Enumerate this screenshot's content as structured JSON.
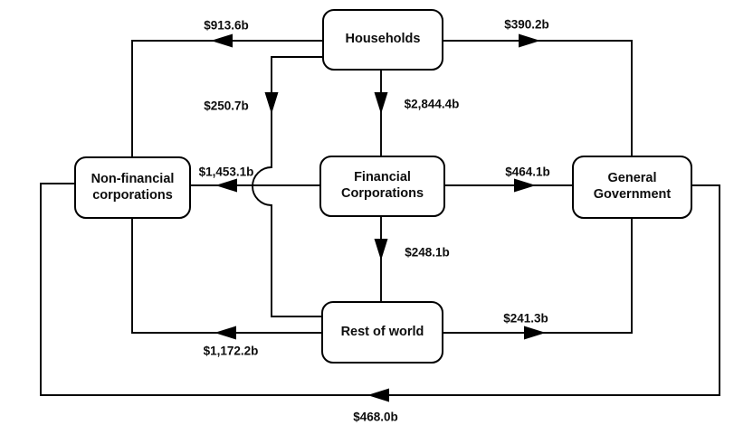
{
  "diagram_type": "sector-flow-diagram",
  "colors": {
    "background": "#ffffff",
    "line": "#000000",
    "text": "#0d0d0d",
    "node_fill": "#ffffff"
  },
  "nodes": {
    "households": {
      "label": "Households"
    },
    "nonfinancial": {
      "label": "Non-financial corporations"
    },
    "financial": {
      "label": "Financial Corporations"
    },
    "government": {
      "label": "General Government"
    },
    "restofworld": {
      "label": "Rest of world"
    }
  },
  "flows": [
    {
      "from": "Households",
      "to": "Non-financial corporations",
      "amount": "$913.6b"
    },
    {
      "from": "Households",
      "to": "General Government",
      "amount": "$390.2b"
    },
    {
      "from": "Households",
      "to": "Rest of world",
      "amount": "$250.7b"
    },
    {
      "from": "Households",
      "to": "Financial Corporations",
      "amount": "$2,844.4b"
    },
    {
      "from": "Financial Corporations",
      "to": "Non-financial corporations",
      "amount": "$1,453.1b"
    },
    {
      "from": "Financial Corporations",
      "to": "General Government",
      "amount": "$464.1b"
    },
    {
      "from": "Financial Corporations",
      "to": "Rest of world",
      "amount": "$248.1b"
    },
    {
      "from": "Rest of world",
      "to": "Non-financial corporations",
      "amount": "$1,172.2b"
    },
    {
      "from": "Rest of world",
      "to": "General Government",
      "amount": "$241.3b"
    },
    {
      "from": "General Government",
      "to": "Non-financial corporations",
      "amount": "$468.0b"
    }
  ]
}
